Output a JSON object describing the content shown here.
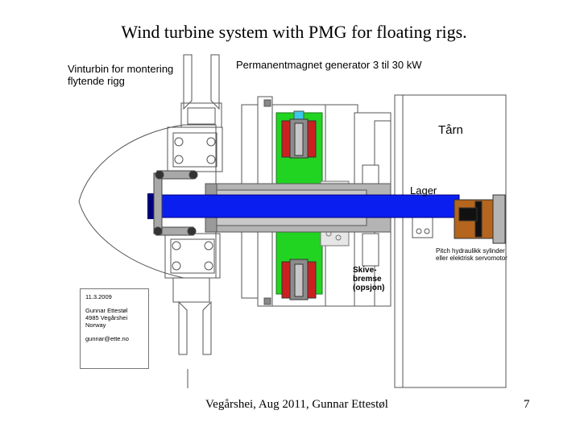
{
  "slide": {
    "title": "Wind turbine system with PMG for floating rigs.",
    "footer": "Vegårshei, Aug 2011, Gunnar Ettestøl",
    "page_number": "7"
  },
  "drawing": {
    "title_label": "Vinturbin for montering flytende rigg",
    "generator_label": "Permanentmagnet generator 3 til 30 kW",
    "tower_label": "Tårn",
    "bearing_label": "Lager",
    "pitch_label": "Pitch hydraulikk sylinder eller elektrisk servomotor",
    "brake_label": "Skive-bremse (opsjon)",
    "info": {
      "date": "11.3.2009",
      "name": "Gunnar Ettestøl",
      "address": "4985 Vegårshei",
      "country": "Norway",
      "email": "gunnar@ette.no"
    }
  },
  "colors": {
    "shaft": "#0a1ef0",
    "shaft_dark": "#00007a",
    "generator_green": "#22d422",
    "magnet_red": "#cc2020",
    "actuator_brown": "#b5651d",
    "grey": "#b4b4b4"
  }
}
